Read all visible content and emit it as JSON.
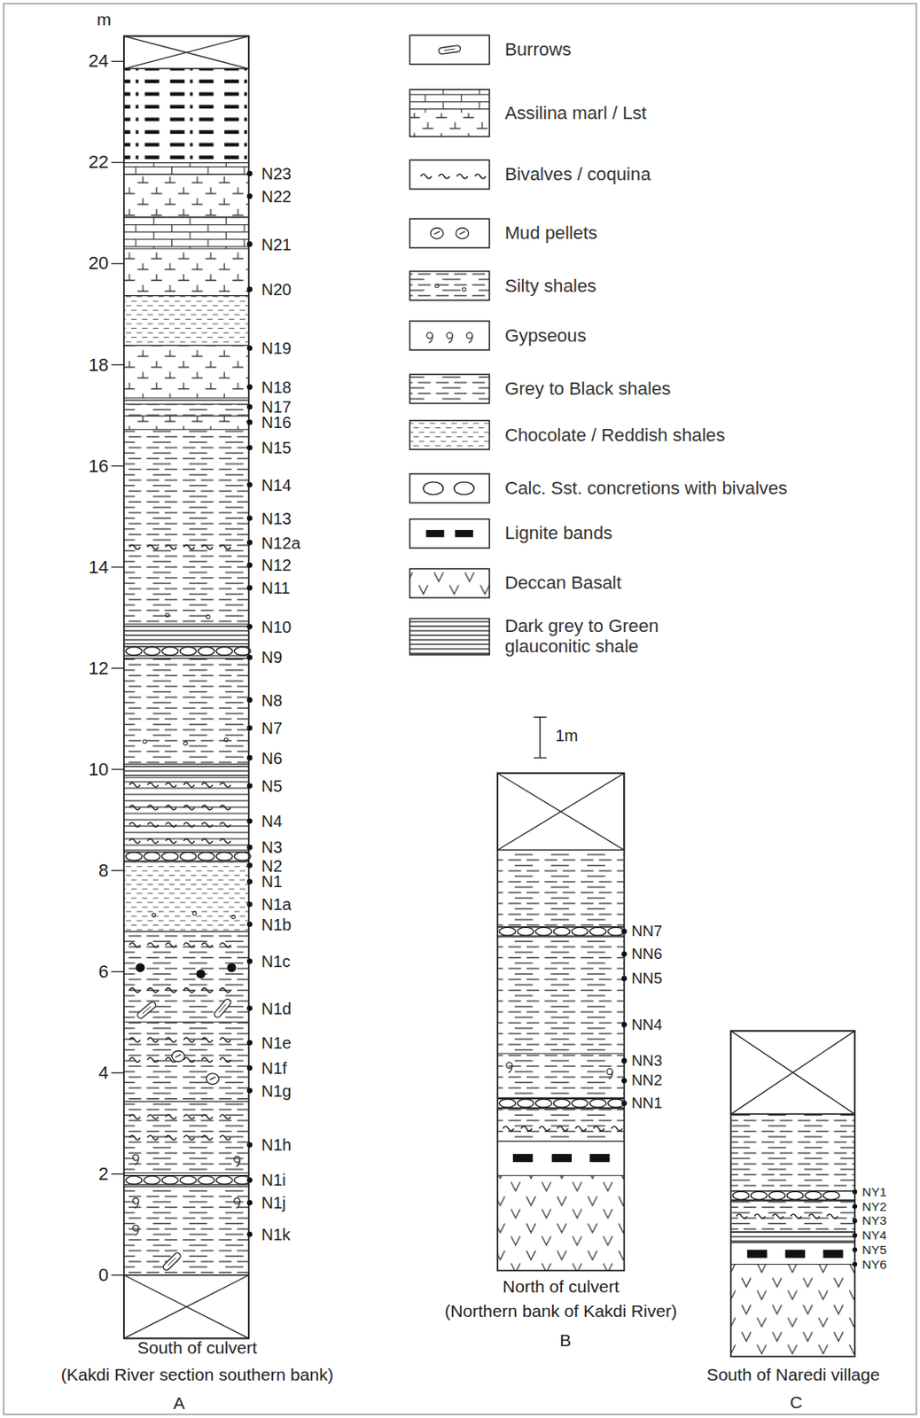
{
  "diagram": {
    "labels": [
      "m",
      "24",
      "22",
      "20",
      "18",
      "16",
      "14",
      "12",
      "10",
      "8",
      "6",
      "4",
      "2",
      "0",
      "N23",
      "N22",
      "N21",
      "N20",
      "N19",
      "N18",
      "N17",
      "N16",
      "N15",
      "N14",
      "N13",
      "N12a",
      "N12",
      "N11",
      "N10",
      "N9",
      "N8",
      "N7",
      "N6",
      "N5",
      "N4",
      "N3",
      "N2",
      "N1",
      "N1a",
      "N1b",
      "N1c",
      "N1d",
      "N1e",
      "N1f",
      "N1g",
      "N1h",
      "N1i",
      "N1j",
      "N1k",
      "South of culvert",
      "(Kakdi River section southern bank)",
      "A",
      "1m",
      "NN7",
      "NN6",
      "NN5",
      "NN4",
      "NN3",
      "NN2",
      "NN1",
      "North of culvert",
      "(Northern bank of Kakdi River)",
      "B",
      "NY1",
      "NY2",
      "NY3",
      "NY4",
      "NY5",
      "NY6",
      "South of Naredi village",
      "C"
    ],
    "legend": [
      {
        "text": "Burrows"
      },
      {
        "text": "Assilina marl / Lst"
      },
      {
        "text": "Bivalves / coquina"
      },
      {
        "text": "Mud pellets"
      },
      {
        "text": "Silty shales"
      },
      {
        "text": "Gypseous"
      },
      {
        "text": "Grey to Black shales"
      },
      {
        "text": "Chocolate / Reddish shales"
      },
      {
        "text": "Calc. Sst. concretions with bivalves"
      },
      {
        "text": "Lignite bands"
      },
      {
        "text": "Deccan Basalt"
      },
      {
        "text": "Dark grey to Green glauconitic shale"
      }
    ]
  }
}
